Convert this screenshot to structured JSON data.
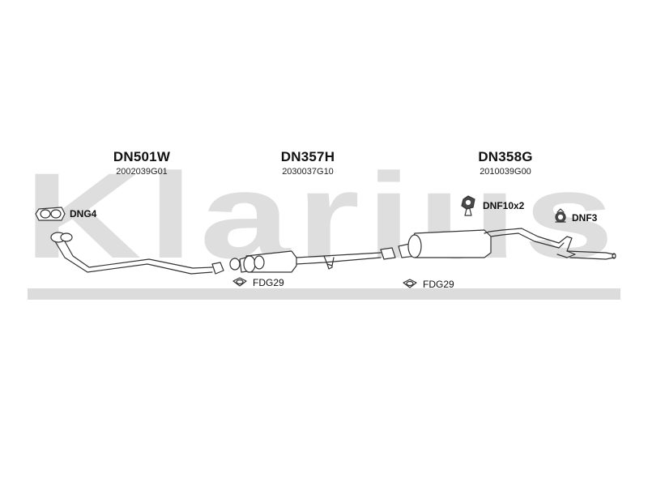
{
  "watermark": {
    "text": "Klarius"
  },
  "sections": [
    {
      "code": "DN501W",
      "ref": "2002039G01"
    },
    {
      "code": "DN357H",
      "ref": "2030037G10"
    },
    {
      "code": "DN358G",
      "ref": "2010039G00"
    }
  ],
  "accessories": {
    "dng": "DNG4",
    "dnf_hanger": "DNF10x2",
    "dnf_mount": "DNF3",
    "fdg_left": "FDG29",
    "fdg_right": "FDG29"
  }
}
